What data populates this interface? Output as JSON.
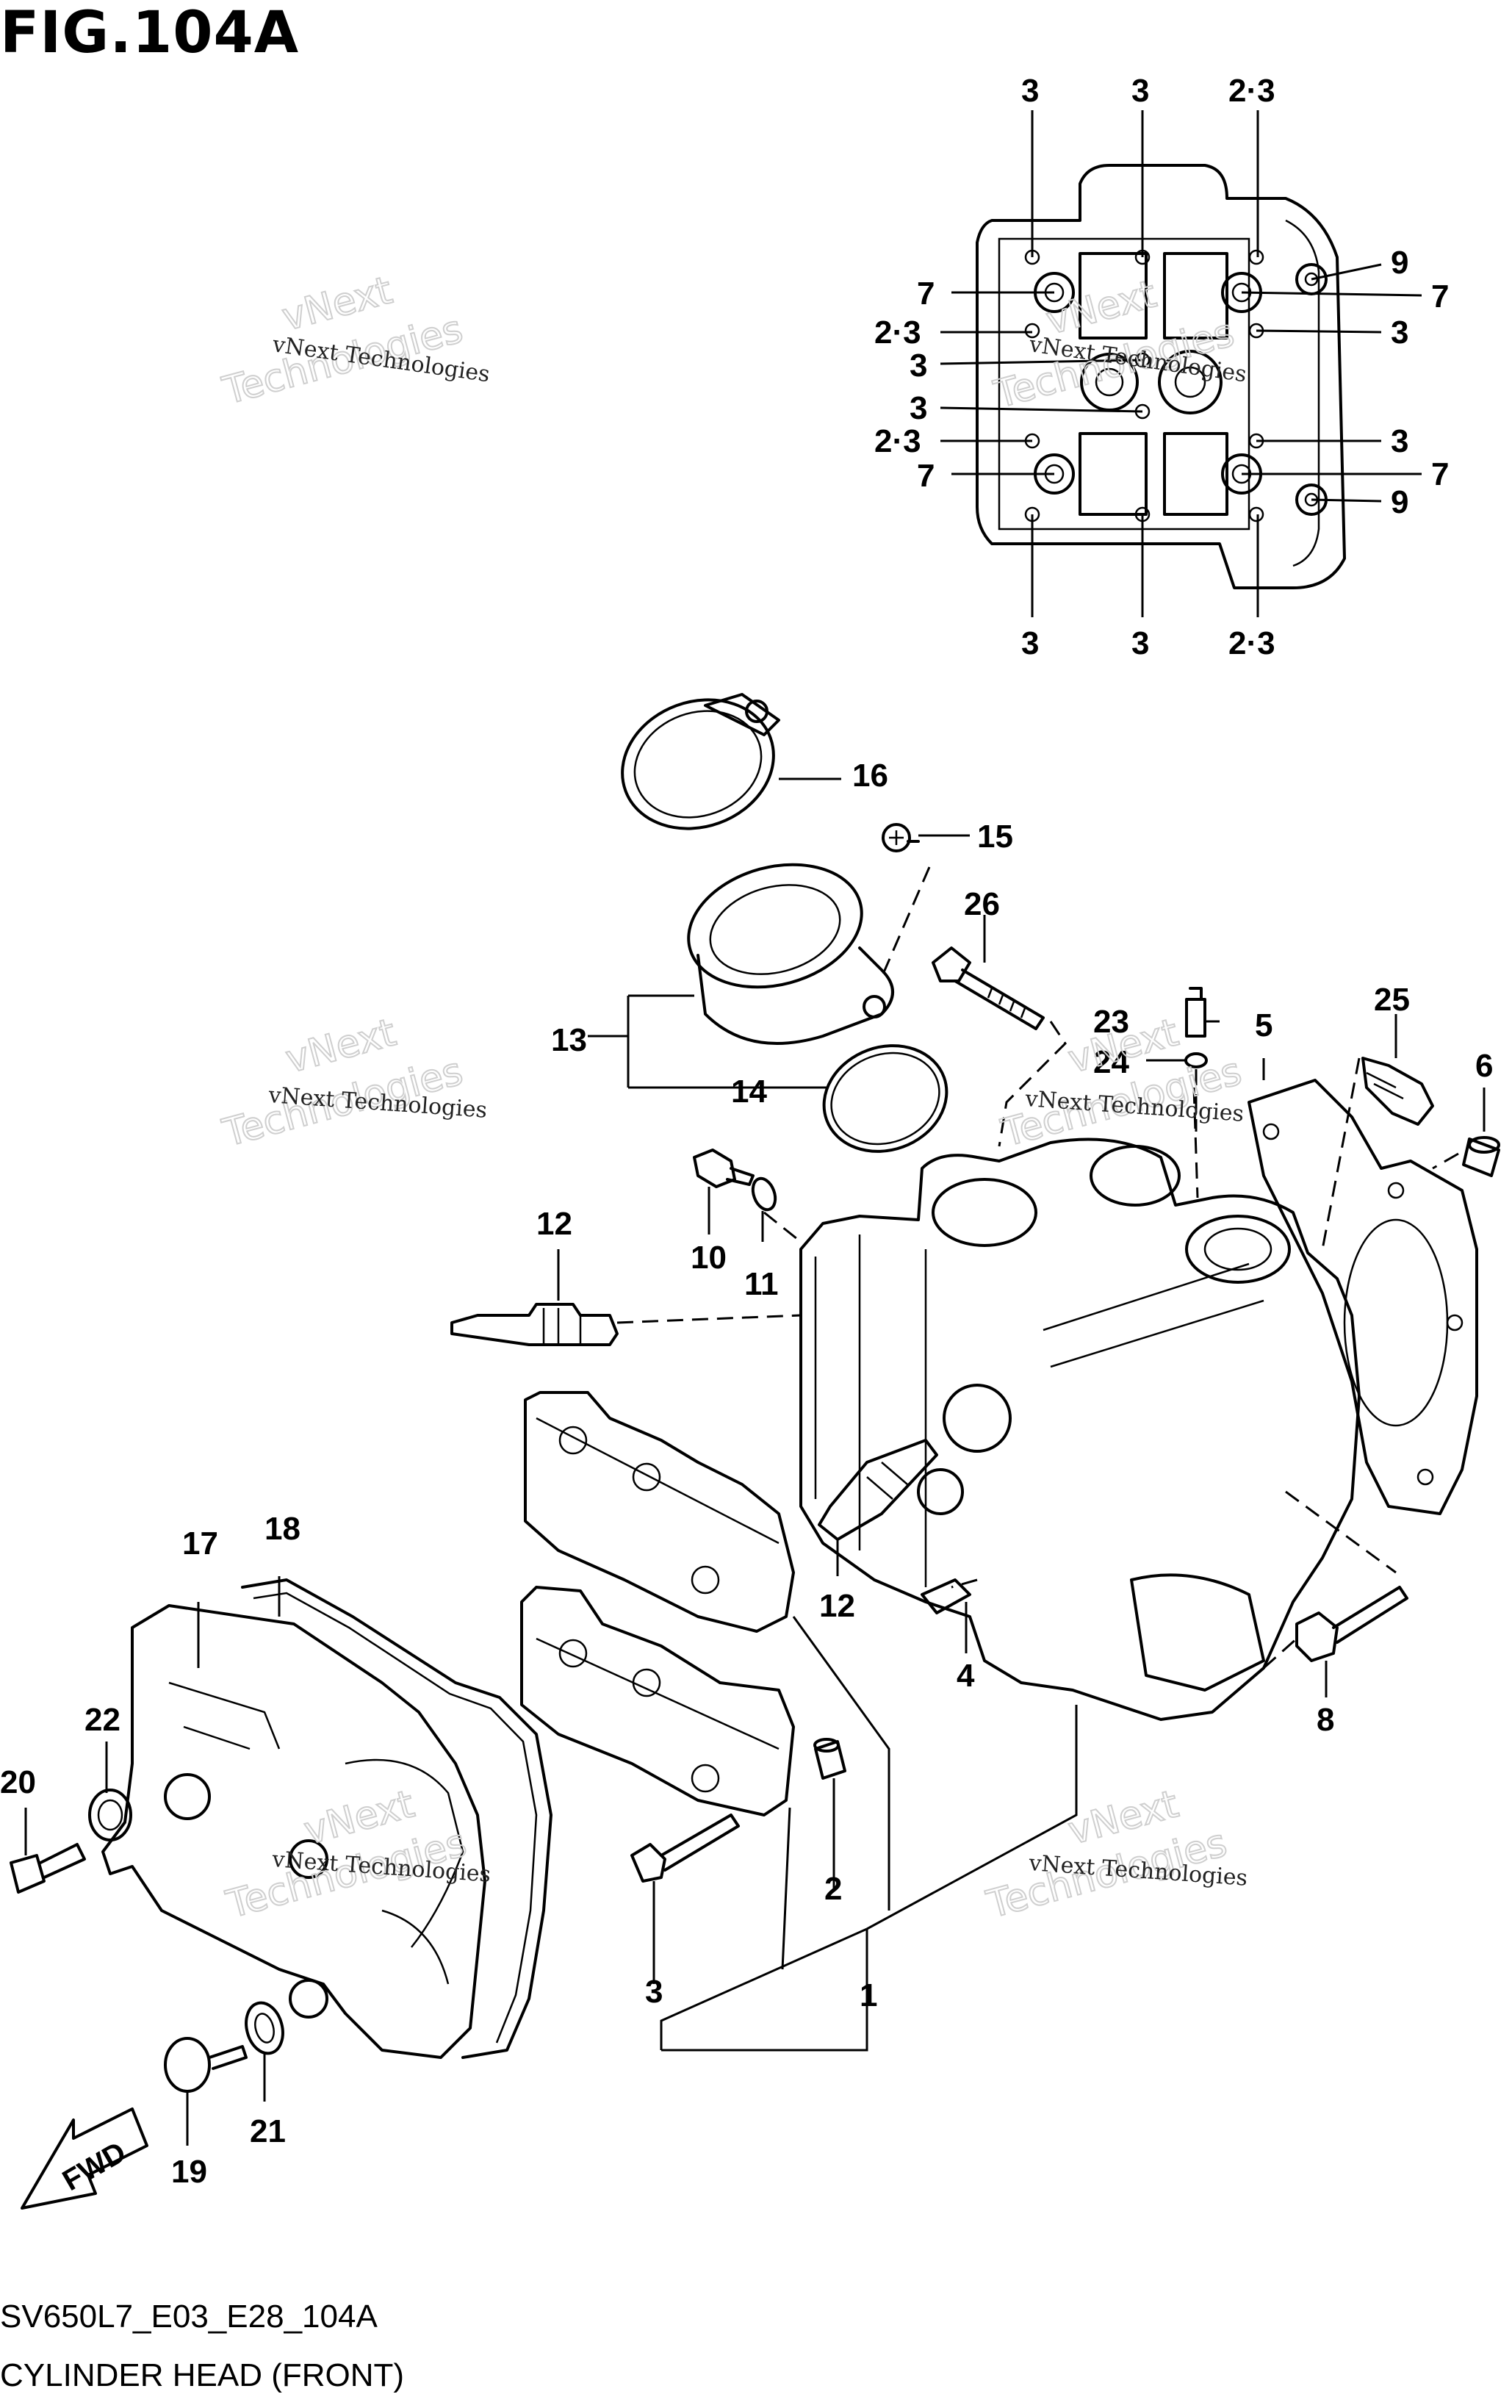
{
  "figure": {
    "title": "FIG.104A",
    "code": "SV650L7_E03_E28_104A",
    "name": "CYLINDER HEAD (FRONT)",
    "fwd_label": "FWD"
  },
  "watermark": {
    "small": "vNext Technologies",
    "big_1": "vNext",
    "big_2": "Technologies"
  },
  "inset_callouts": {
    "top": [
      "3",
      "3",
      "2·3"
    ],
    "bottom": [
      "3",
      "3",
      "2·3"
    ],
    "left": [
      "7",
      "2·3",
      "3",
      "3",
      "2·3",
      "7"
    ],
    "right": [
      "9",
      "7",
      "3",
      "3",
      "7",
      "9"
    ]
  },
  "callouts": {
    "c1": "1",
    "c2": "2",
    "c3": "3",
    "c4": "4",
    "c5": "5",
    "c6": "6",
    "c8": "8",
    "c10": "10",
    "c11": "11",
    "c12a": "12",
    "c12b": "12",
    "c13": "13",
    "c14": "14",
    "c15": "15",
    "c16": "16",
    "c17": "17",
    "c18": "18",
    "c19": "19",
    "c20": "20",
    "c21": "21",
    "c22": "22",
    "c23": "23",
    "c24": "24",
    "c25": "25",
    "c26": "26"
  },
  "colors": {
    "line": "#000000",
    "background": "#ffffff",
    "watermark": "#cfcfcf"
  }
}
